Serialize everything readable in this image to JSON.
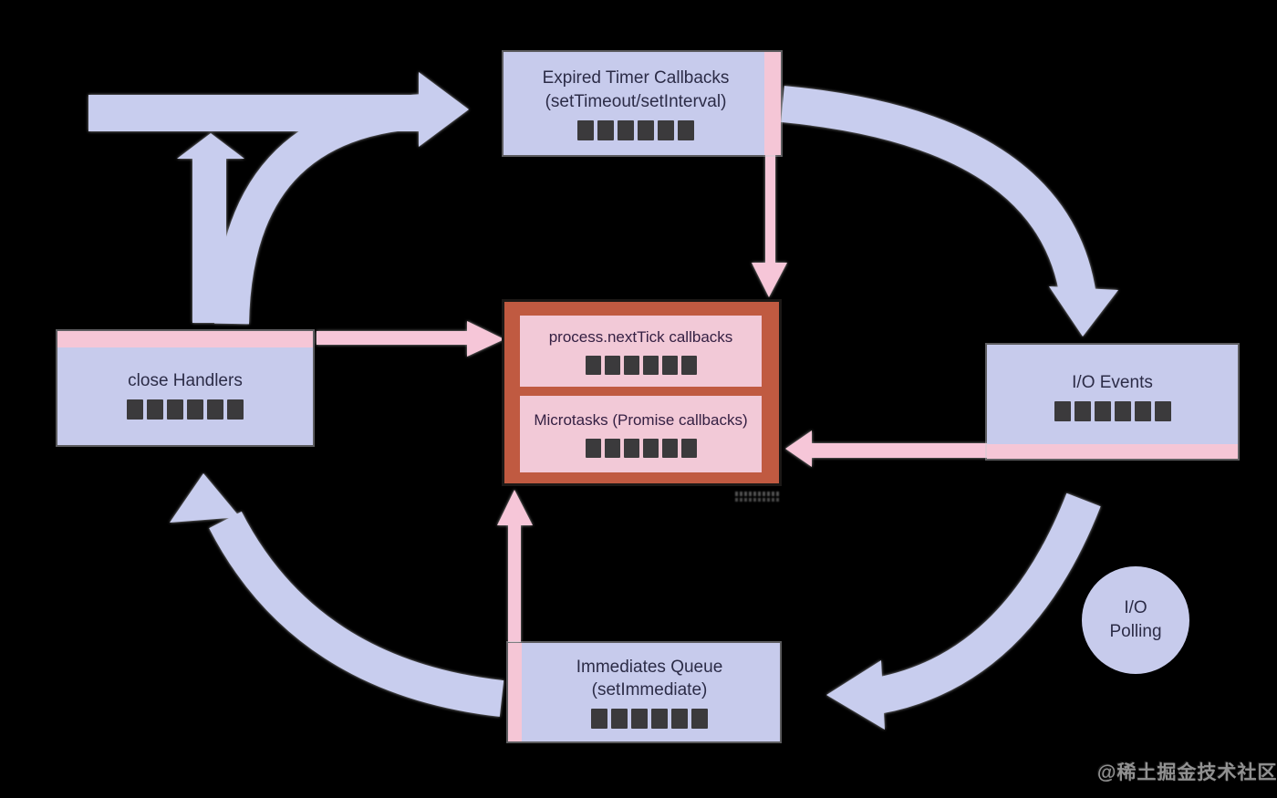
{
  "colors": {
    "background": "#000000",
    "node_fill": "#c7cbec",
    "pink_stripe": "#f5c6d6",
    "pink_arrow": "#f6c6d8",
    "lavender_arrow": "#c8cdee",
    "center_fill": "#c05a41",
    "center_border": "#1c1917",
    "inner_fill": "#f2c9d7",
    "queue_square": "#3b3a3c",
    "node_text": "#2c2c47"
  },
  "nodes": {
    "timers": {
      "line1": "Expired Timer Callbacks",
      "line2": "(setTimeout/setInterval)",
      "queue_len": 6
    },
    "close_handlers": {
      "label": "close Handlers",
      "queue_len": 6
    },
    "io_events": {
      "label": "I/O Events",
      "queue_len": 6
    },
    "immediates": {
      "line1": "Immediates Queue",
      "line2": "(setImmediate)",
      "queue_len": 6
    },
    "io_polling": {
      "line1": "I/O",
      "line2": "Polling"
    },
    "center": {
      "next_tick": {
        "label": "process.nextTick callbacks",
        "queue_len": 6
      },
      "microtasks": {
        "label": "Microtasks (Promise callbacks)",
        "queue_len": 6
      }
    }
  },
  "watermark": {
    "text": "@稀土掘金技术社区"
  }
}
